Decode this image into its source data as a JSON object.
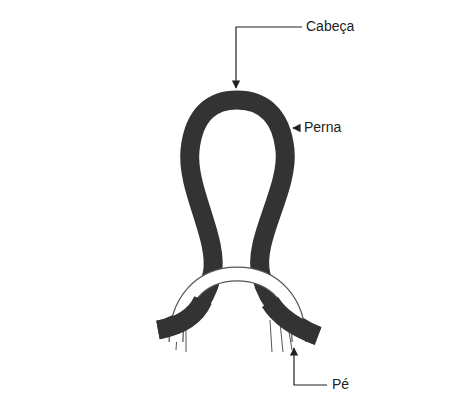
{
  "diagram": {
    "labels": [
      "Cabeça",
      "Perna",
      "Pé"
    ]
  }
}
